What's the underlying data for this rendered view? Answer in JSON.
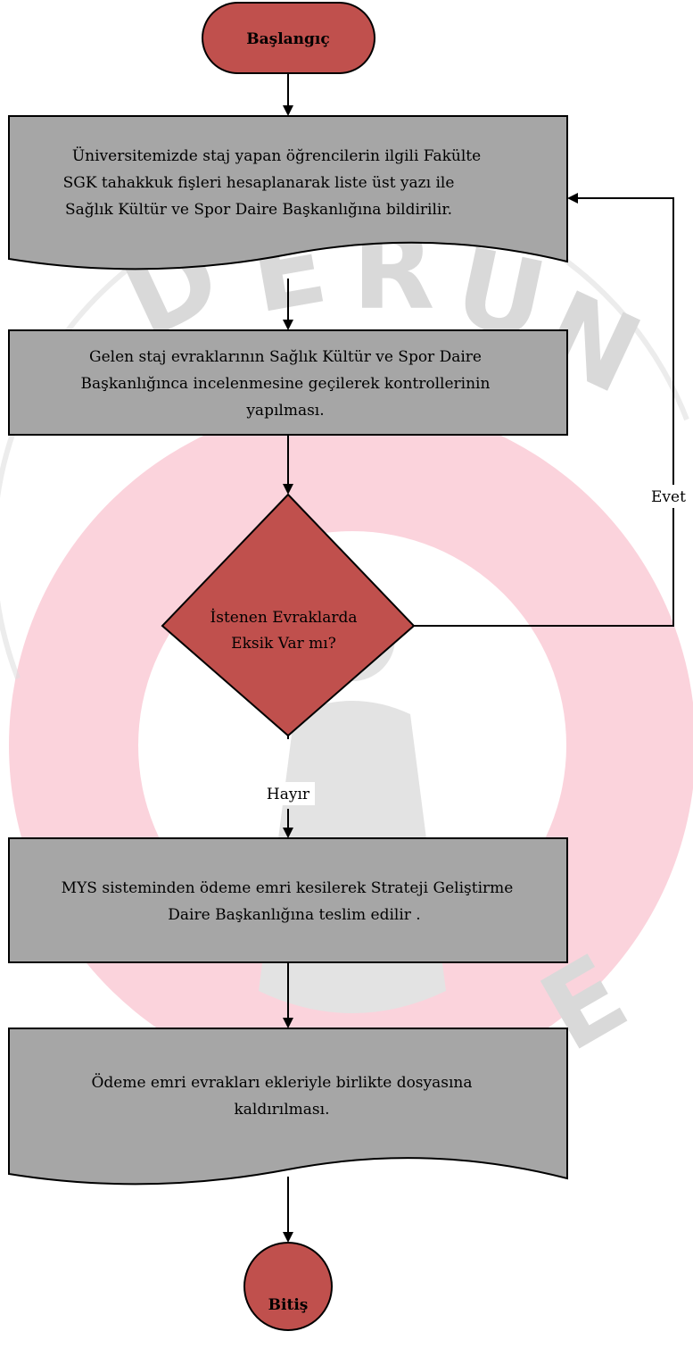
{
  "diagram": {
    "start": "Başlangıç",
    "step1": [
      "Üniversitemizde staj yapan öğrencilerin ilgili Fakülte",
      "SGK tahakkuk fişleri hesaplanarak liste üst yazı ile",
      "Sağlık Kültür ve Spor Daire Başkanlığına bildirilir."
    ],
    "step2": [
      "Gelen staj evraklarının Sağlık Kültür ve Spor Daire",
      "Başkanlığınca incelenmesine geçilerek kontrollerinin",
      "yapılması."
    ],
    "decision": [
      "İstenen Evraklarda",
      "Eksik Var mı?"
    ],
    "yes_label": "Evet",
    "no_label": "Hayır",
    "step3": [
      "MYS sisteminden ödeme emri kesilerek Strateji Geliştirme",
      "Daire Başkanlığına teslim edilir ."
    ],
    "step4": [
      "Ödeme emri evrakları ekleriyle birlikte dosyasına",
      "kaldırılması."
    ],
    "end": "Bitiş"
  },
  "colors": {
    "terminal_fill": "#c0504d",
    "process_fill": "#a6a6a6",
    "decision_fill": "#c0504d",
    "stroke": "#000000",
    "watermark_pink": "#fbd3dc",
    "watermark_gray": "#d9d9d9"
  }
}
